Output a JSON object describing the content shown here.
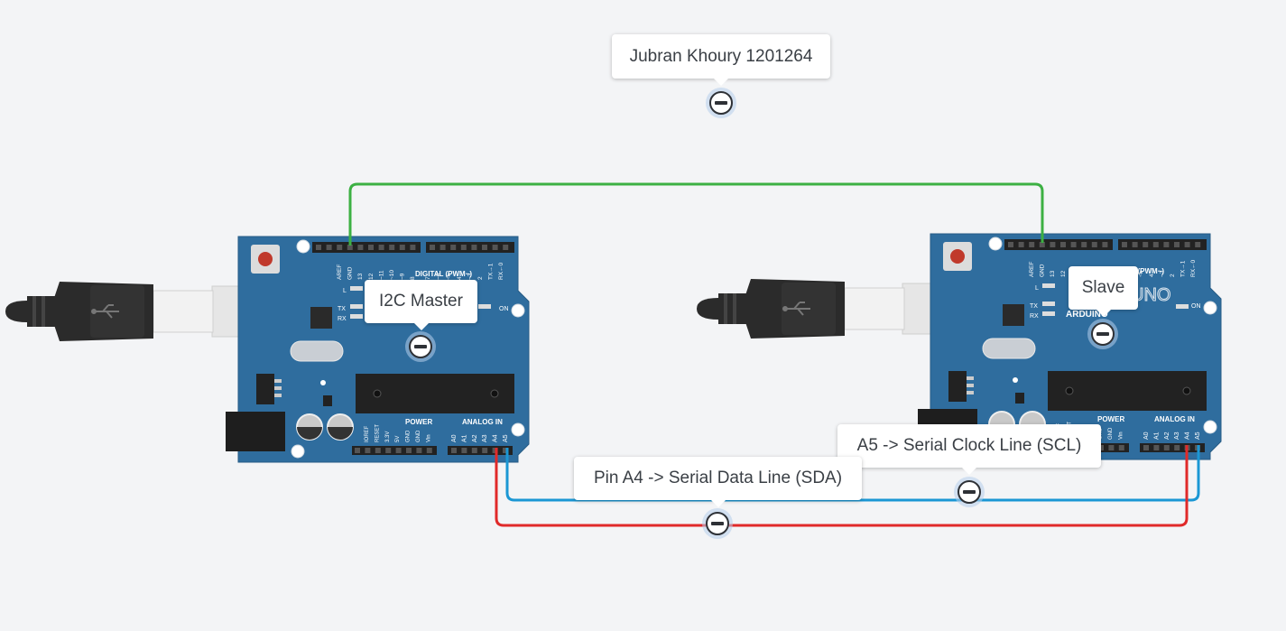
{
  "notes": {
    "author": "Jubran Khoury 1201264",
    "master": "I2C Master",
    "slave": "Slave",
    "scl": "A5 -> Serial Clock Line (SCL)",
    "sda": "Pin A4 -> Serial Data Line (SDA)"
  },
  "board": {
    "header_top": [
      "AREF",
      "GND",
      "13",
      "12",
      "~11",
      "~10",
      "~9",
      "8",
      "7",
      "~6",
      "~5",
      "4",
      "~3",
      "2",
      "TX→1",
      "RX←0"
    ],
    "digital_label": "DIGITAL (PWM~)",
    "power_label": "POWER",
    "analog_label": "ANALOG IN",
    "power_pins": [
      "IOREF",
      "RESET",
      "3.3V",
      "5V",
      "GND",
      "GND",
      "Vin"
    ],
    "analog_pins": [
      "A0",
      "A1",
      "A2",
      "A3",
      "A4",
      "A5"
    ],
    "led_l": "L",
    "led_tx": "TX",
    "led_rx": "RX",
    "led_on": "ON",
    "brand": "ARDUINO",
    "model": "UNO"
  },
  "wire_colors": {
    "gnd": "#3cb043",
    "sda": "#e02a2a",
    "scl": "#1b97d4"
  },
  "icons": {
    "usb": "usb-icon",
    "note_pin": "minus-circle-icon"
  }
}
